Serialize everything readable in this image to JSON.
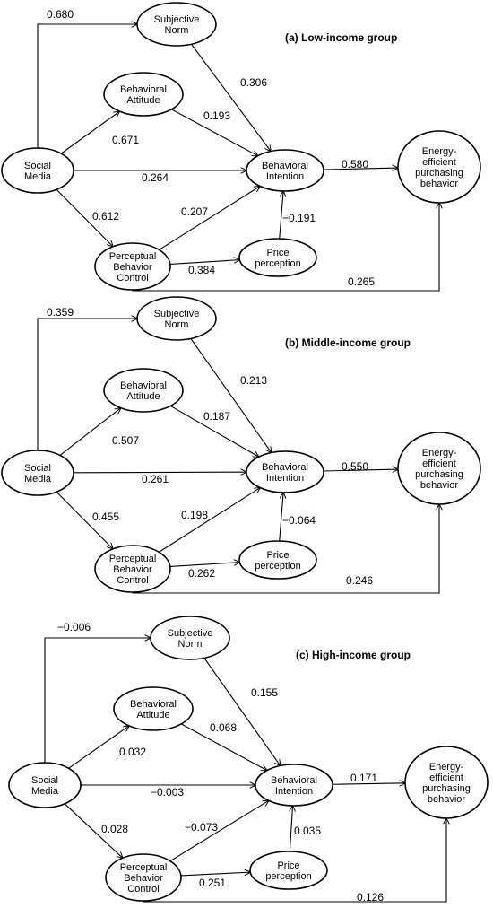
{
  "nodes": {
    "subjective_norm": [
      "Subjective",
      "Norm"
    ],
    "behavioral_attitude": [
      "Behavioral",
      "Attitude"
    ],
    "social_media": [
      "Social",
      "Media"
    ],
    "behavioral_intention": [
      "Behavioral",
      "Intention"
    ],
    "energy_efficient_behavior": [
      "Energy-",
      "efficient",
      "purchasing",
      "behavior"
    ],
    "perceptual_behavior_control": [
      "Perceptual",
      "Behavior",
      "Control"
    ],
    "price_perception": [
      "Price",
      "perception"
    ]
  },
  "panels": [
    {
      "title": "(a)  Low-income group",
      "coefficients": {
        "sm_sn": "0.680",
        "sn_bi": "0.306",
        "ba_bi": "0.193",
        "sm_ba": "0.671",
        "sm_bi": "0.264",
        "bi_eb": "0.580",
        "sm_pbc": "0.612",
        "pbc_bi": "0.207",
        "pp_bi": "−0.191",
        "pbc_pp": "0.384",
        "pbc_eb": "0.265"
      }
    },
    {
      "title": "(b) Middle-income group",
      "coefficients": {
        "sm_sn": "0.359",
        "sn_bi": "0.213",
        "ba_bi": "0.187",
        "sm_ba": "0.507",
        "sm_bi": "0.261",
        "bi_eb": "0.550",
        "sm_pbc": "0.455",
        "pbc_bi": "0.198",
        "pp_bi": "−0.064",
        "pbc_pp": "0.262",
        "pbc_eb": "0.246"
      }
    },
    {
      "title": "(c) High-income  group",
      "coefficients": {
        "sm_sn": "−0.006",
        "sn_bi": "0.155",
        "ba_bi": "0.068",
        "sm_ba": "0.032",
        "sm_bi": "−0.003",
        "bi_eb": "0.171",
        "sm_pbc": "0.028",
        "pbc_bi": "−0.073",
        "pp_bi": "0.035",
        "pbc_pp": "0.251",
        "pbc_eb": "0.126"
      }
    }
  ]
}
